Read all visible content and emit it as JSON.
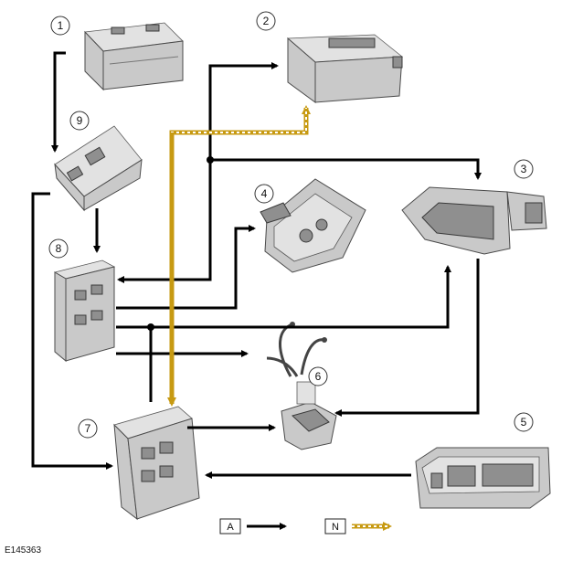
{
  "figure_id": "E145363",
  "callouts": [
    "1",
    "2",
    "3",
    "4",
    "5",
    "6",
    "7",
    "8",
    "9"
  ],
  "legend": {
    "a_label": "A",
    "n_label": "N"
  },
  "colors": {
    "hardwired": "#000000",
    "network": "#c79a12"
  }
}
